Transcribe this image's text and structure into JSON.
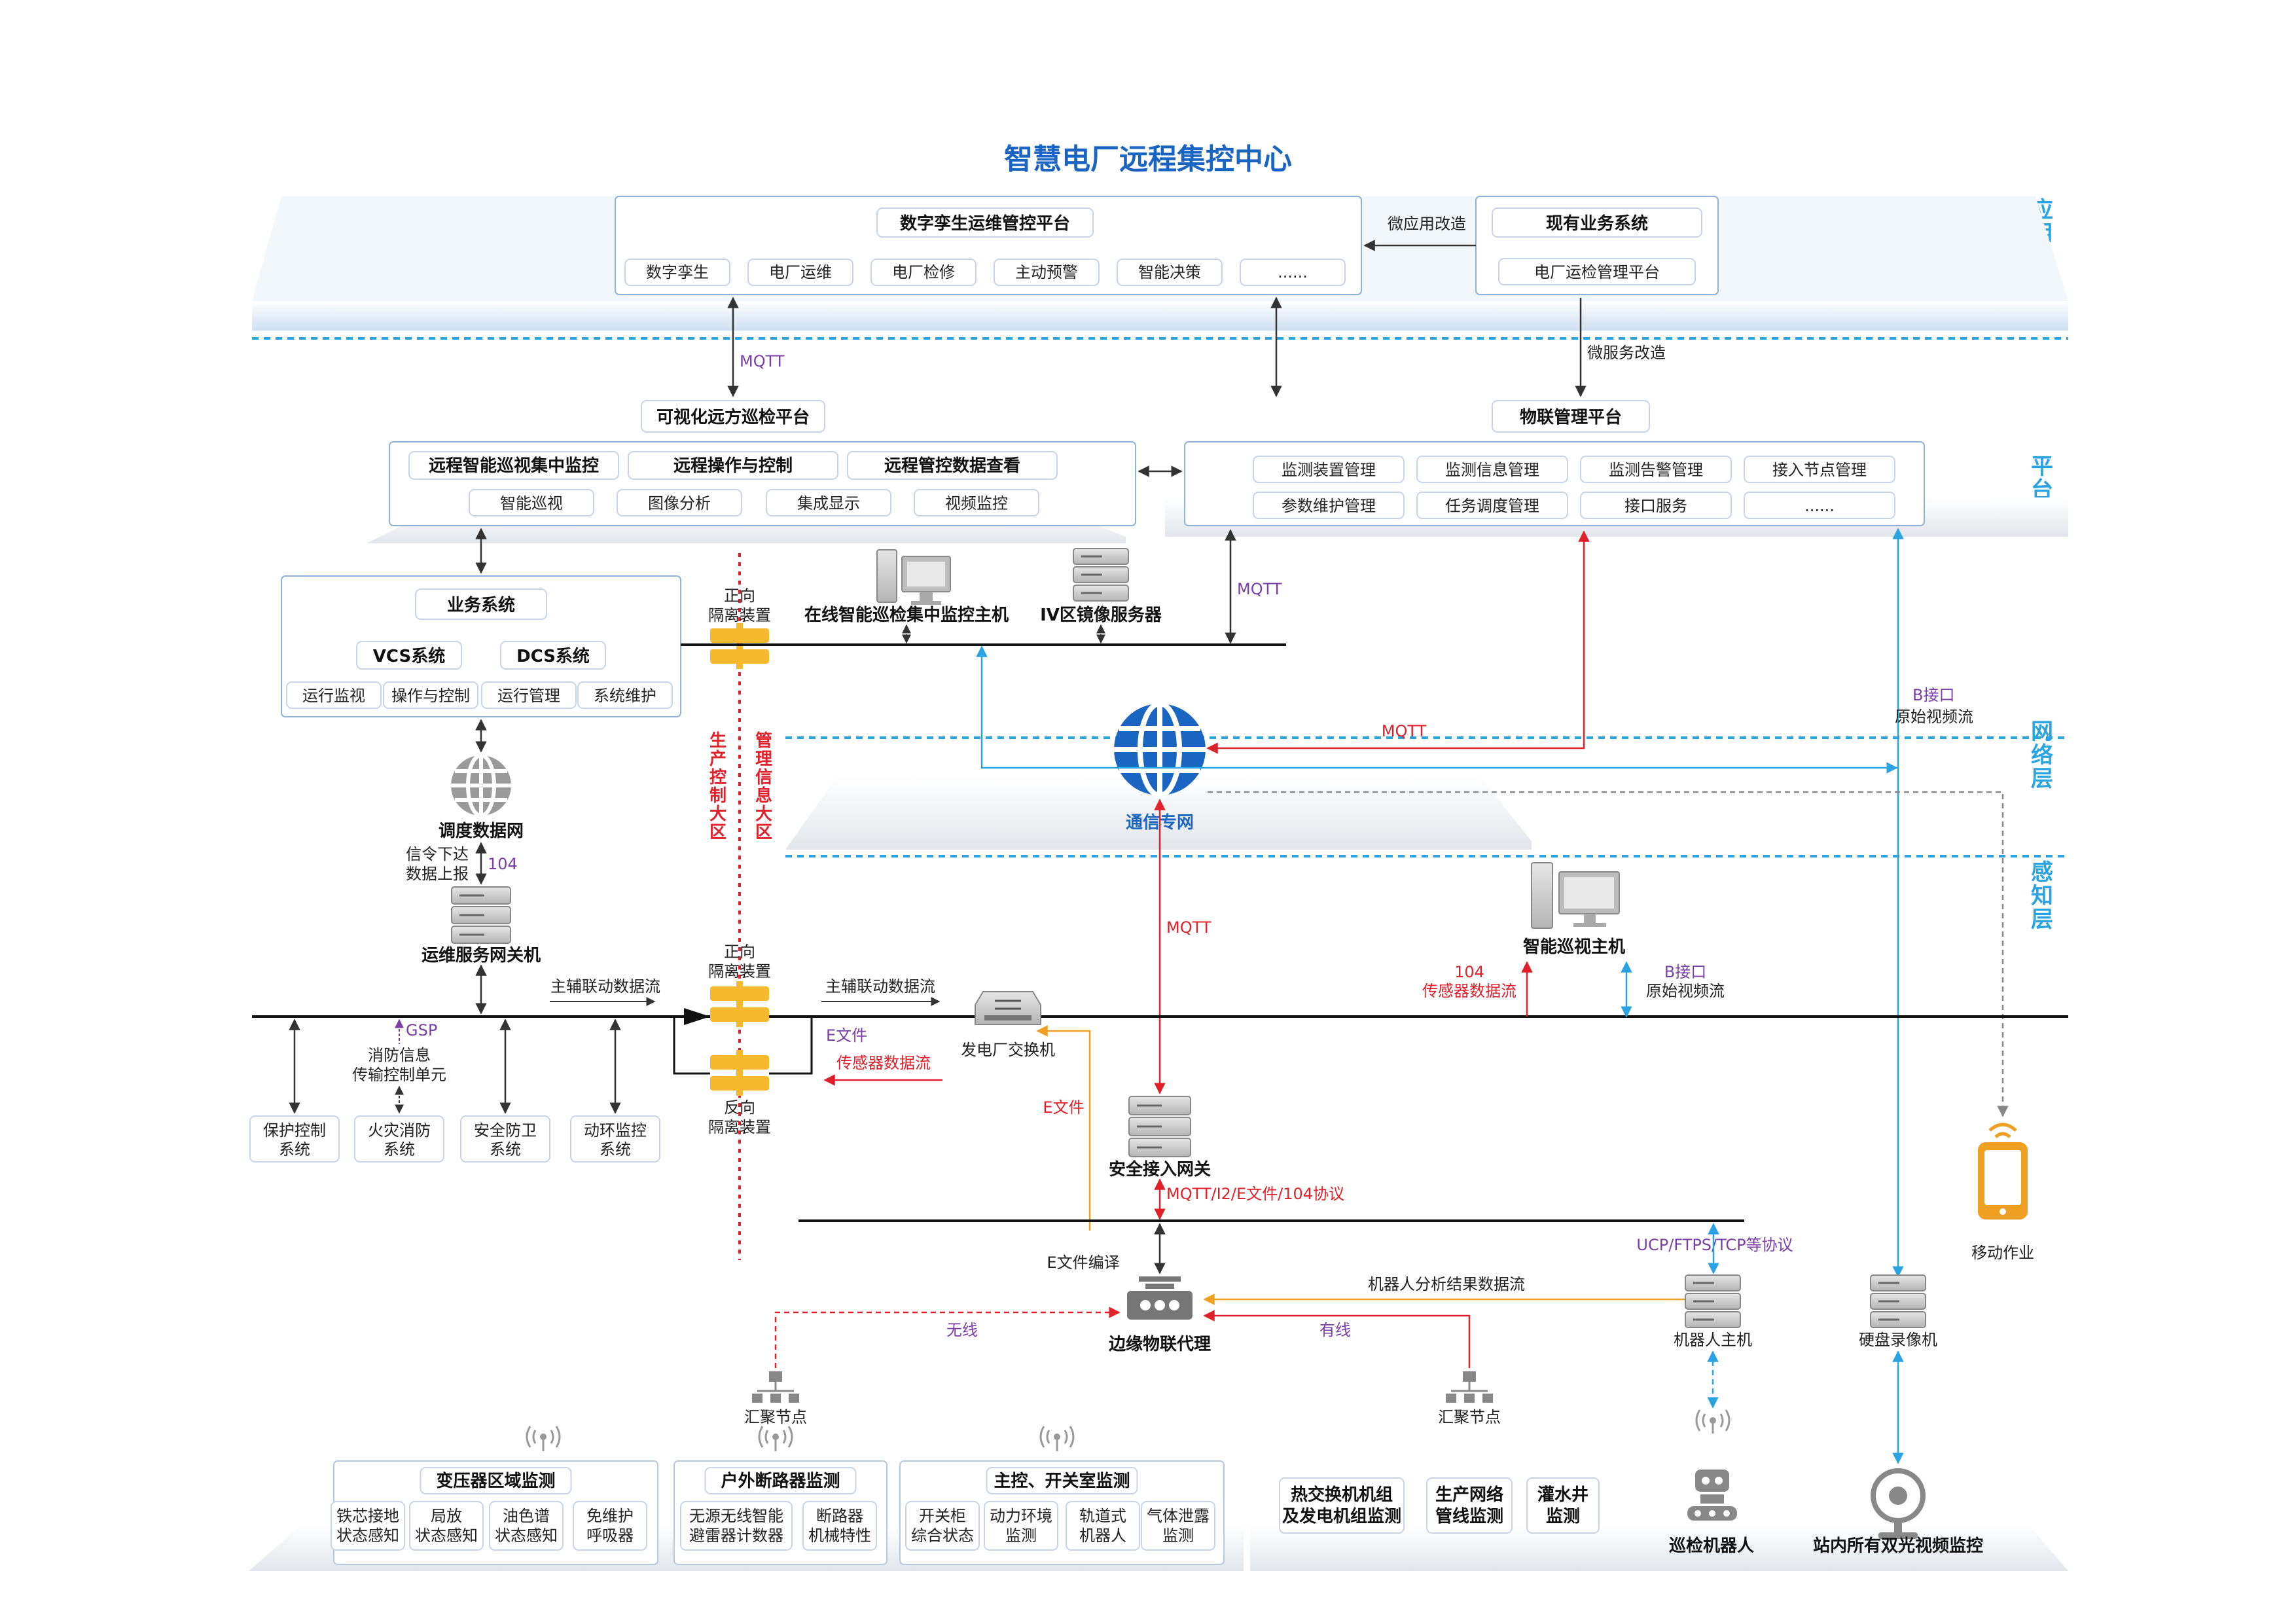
{
  "title": "智慧电厂远程集控中心",
  "layers": [
    "应用层",
    "平台层",
    "网络层",
    "感知层"
  ],
  "app": {
    "twin_platform": "数字孪生运维管控平台",
    "twin_items": [
      "数字孪生",
      "电厂运维",
      "电厂检修",
      "主动预警",
      "智能决策",
      "......"
    ],
    "micro_app": "微应用改造",
    "existing": "现有业务系统",
    "existing_item": "电厂运检管理平台",
    "micro_service": "微服务改造"
  },
  "platform": {
    "visual": "可视化远方巡检平台",
    "visual_row1": [
      "远程智能巡视集中监控",
      "远程操作与控制",
      "远程管控数据查看"
    ],
    "visual_row2": [
      "智能巡视",
      "图像分析",
      "集成显示",
      "视频监控"
    ],
    "iot": "物联管理平台",
    "iot_row1": [
      "监测装置管理",
      "监测信息管理",
      "监测告警管理",
      "接入节点管理"
    ],
    "iot_row2": [
      "参数维护管理",
      "任务调度管理",
      "接口服务",
      "......"
    ]
  },
  "biz": {
    "title": "业务系统",
    "vcs": "VCS系统",
    "dcs": "DCS系统",
    "items": [
      "运行监视",
      "操作与控制",
      "运行管理",
      "系统维护"
    ]
  },
  "zones": {
    "production": "生产控制大区",
    "management": "管理信息大区"
  },
  "labels": {
    "mqtt": "MQTT",
    "forward_device_1": "正向\n隔离装置",
    "host_online": "在线智能巡检集中监控主机",
    "iv_mirror": "IV区镜像服务器",
    "b_interface": "B接口",
    "raw_video": "原始视频流",
    "dispatch_net": "调度数据网",
    "signal_down": "信令下达",
    "data_up": "数据上报",
    "p104": "104",
    "comm_net": "通信专网",
    "ops_gateway": "运维服务网关机",
    "main_aux_flow": "主辅联动数据流",
    "forward_device_2": "正向\n隔离装置",
    "reverse_device": "反向\n隔离装置",
    "e_file": "E文件",
    "sensor_flow": "传感器数据流",
    "plant_switch": "发电厂交换机",
    "gsp": "GSP",
    "fire_info": "消防信息",
    "fire_unit": "传输控制单元",
    "smart_host": "智能巡视主机",
    "secure_gw": "安全接入网关",
    "protocols1": "MQTT/I2/E文件/104协议",
    "protocols2": "UCP/FTPS/TCP等协议",
    "mobile": "移动作业",
    "e_compile": "E文件编译",
    "robot_flow": "机器人分析结果数据流",
    "wireless": "无线",
    "wired": "有线",
    "edge_proxy": "边缘物联代理",
    "robot_host": "机器人主机",
    "hdd_recorder": "硬盘录像机",
    "agg_node": "汇聚节点",
    "patrol_robot": "巡检机器人",
    "dual_video": "站内所有双光视频监控"
  },
  "subsystems": [
    {
      "line1": "保护控制",
      "line2": "系统"
    },
    {
      "line1": "火灾消防",
      "line2": "系统"
    },
    {
      "line1": "安全防卫",
      "line2": "系统"
    },
    {
      "line1": "动环监控",
      "line2": "系统"
    }
  ],
  "perception": [
    {
      "title": "变压器区域监测",
      "items": [
        [
          "铁芯接地",
          "状态感知"
        ],
        [
          "局放",
          "状态感知"
        ],
        [
          "油色谱",
          "状态感知"
        ],
        [
          "免维护",
          "呼吸器"
        ]
      ]
    },
    {
      "title": "户外断路器监测",
      "items": [
        [
          "无源无线智能",
          "避雷器计数器"
        ],
        [
          "断路器",
          "机械特性"
        ]
      ]
    },
    {
      "title": "主控、开关室监测",
      "items": [
        [
          "开关柜",
          "综合状态"
        ],
        [
          "动力环境",
          "监测"
        ],
        [
          "轨道式",
          "机器人"
        ],
        [
          "气体泄露",
          "监测"
        ]
      ]
    }
  ],
  "perception_right": [
    [
      "热交换机机组",
      "及发电机组监测"
    ],
    [
      "生产网络",
      "管线监测"
    ],
    [
      "灌水井",
      "监测"
    ]
  ],
  "colors": {
    "title": "#1b65c2",
    "layer": "#2aa3e2",
    "red": "#e0202b",
    "orange": "#f0a020",
    "blue": "#2aa3e2",
    "purple": "#7a3fa6",
    "globe": "#1b65c2"
  }
}
